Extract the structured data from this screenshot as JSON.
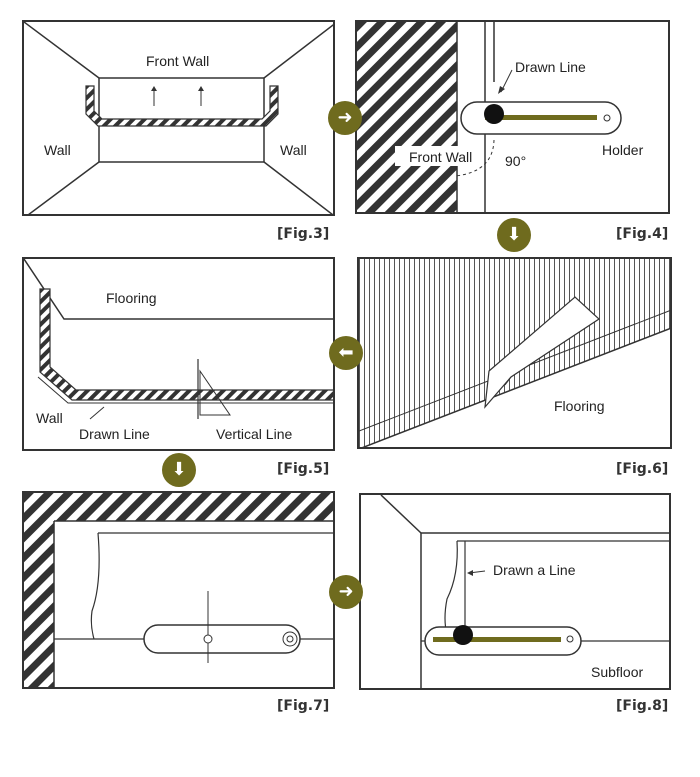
{
  "figures": {
    "fig3": {
      "caption": "[Fig.3]",
      "front_wall": "Front Wall",
      "wall_left": "Wall",
      "wall_right": "Wall"
    },
    "fig4": {
      "caption": "[Fig.4]",
      "drawn_line": "Drawn Line",
      "front_wall": "Front Wall",
      "holder": "Holder",
      "angle": "90°"
    },
    "fig5": {
      "caption": "[Fig.5]",
      "flooring": "Flooring",
      "wall": "Wall",
      "drawn_line": "Drawn Line",
      "vertical_line": "Vertical Line"
    },
    "fig6": {
      "caption": "[Fig.6]",
      "flooring": "Flooring"
    },
    "fig7": {
      "caption": "[Fig.7]"
    },
    "fig8": {
      "caption": "[Fig.8]",
      "drawn_a_line": "Drawn a Line",
      "subfloor": "Subfloor"
    }
  },
  "step_arrows": [
    {
      "icon": "arrow-right-icon",
      "glyph": "➜"
    },
    {
      "icon": "arrow-down-icon",
      "glyph": "⬇"
    },
    {
      "icon": "arrow-left-icon",
      "glyph": "⬅"
    },
    {
      "icon": "arrow-down-icon",
      "glyph": "⬇"
    },
    {
      "icon": "arrow-right-icon",
      "glyph": "➜"
    }
  ],
  "colors": {
    "accent": "#6f6b1e",
    "line": "#333333"
  }
}
